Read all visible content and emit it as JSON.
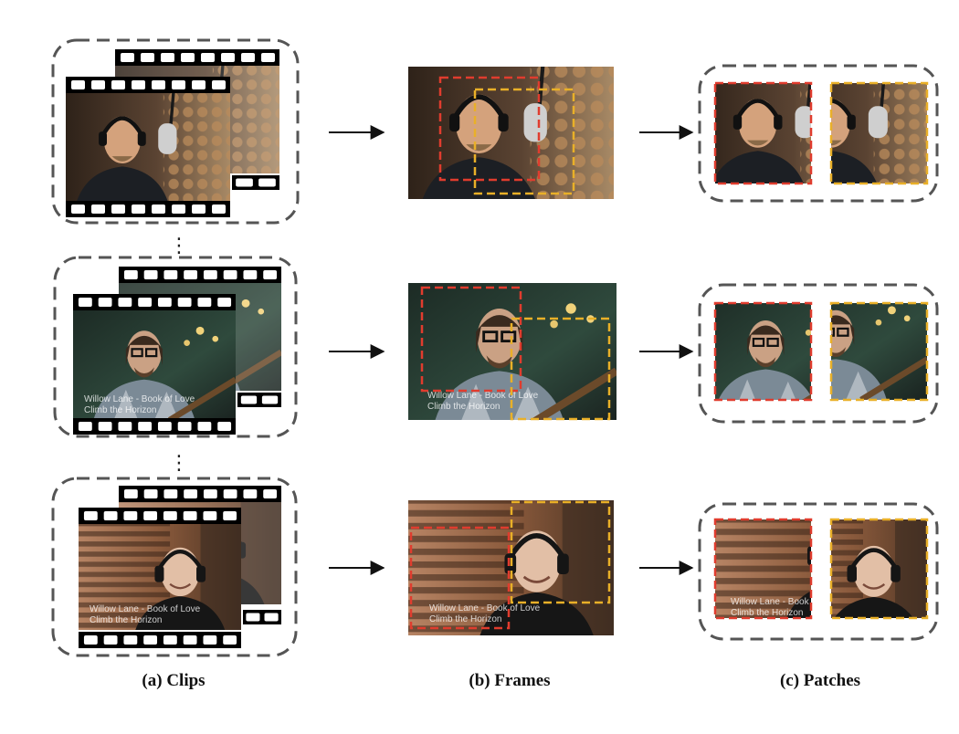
{
  "captions": {
    "clips": "(a) Clips",
    "frames": "(b) Frames",
    "patches": "(c) Patches"
  },
  "overlay_text": {
    "line1": "Willow Lane - Book of Love",
    "line2": "Climb the Horizon"
  },
  "row_separator": "⋮",
  "colors": {
    "red_box": "#e03c2e",
    "yellow_box": "#e9b028",
    "group_border": "#555555",
    "arrow": "#111111"
  }
}
